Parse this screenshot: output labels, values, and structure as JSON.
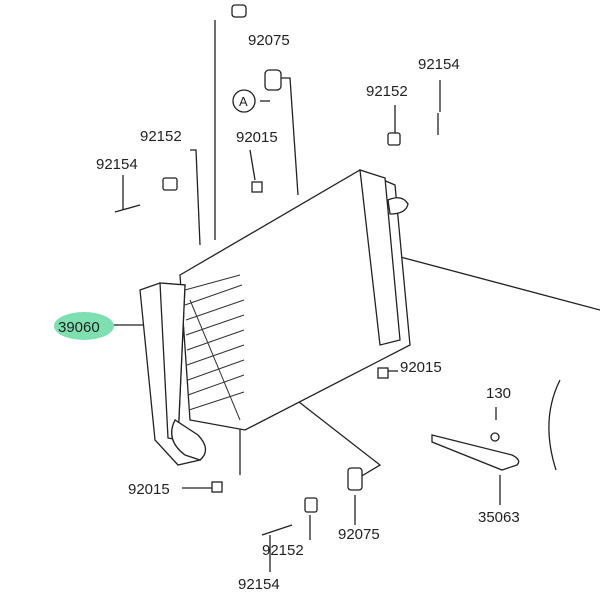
{
  "diagram": {
    "title": "Radiator parts diagram",
    "highlight_color": "#7ee0b0",
    "callouts": [
      {
        "id": "top-grommet",
        "text": "92075"
      },
      {
        "id": "top-right-bolt",
        "text": "92154"
      },
      {
        "id": "right-collar",
        "text": "92152"
      },
      {
        "id": "ref-a",
        "text": "A"
      },
      {
        "id": "left-collar",
        "text": "92152"
      },
      {
        "id": "top-nut",
        "text": "92015"
      },
      {
        "id": "left-bolt",
        "text": "92154"
      },
      {
        "id": "radiator",
        "text": "39060"
      },
      {
        "id": "right-nut",
        "text": "92015"
      },
      {
        "id": "screw",
        "text": "130"
      },
      {
        "id": "bottom-nut",
        "text": "92015"
      },
      {
        "id": "bottom-grommet",
        "text": "92075"
      },
      {
        "id": "bracket",
        "text": "35063"
      },
      {
        "id": "bottom-collar",
        "text": "92152"
      },
      {
        "id": "bottom-bolt",
        "text": "92154"
      }
    ]
  }
}
